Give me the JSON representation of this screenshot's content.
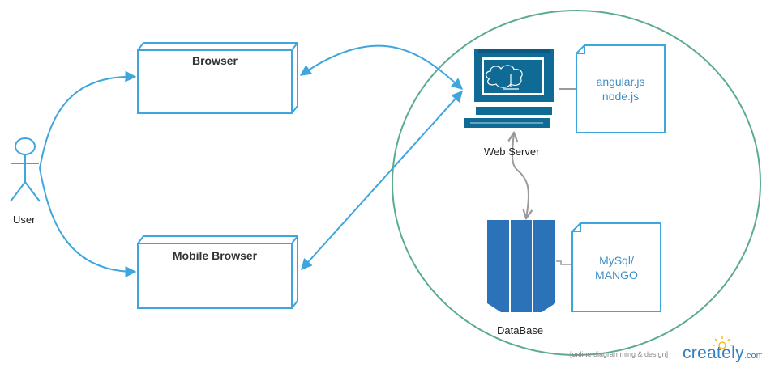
{
  "diagram": {
    "user": {
      "label": "User"
    },
    "browser": {
      "label": "Browser"
    },
    "mobile_browser": {
      "label": "Mobile Browser"
    },
    "web_server": {
      "label": "Web Server"
    },
    "database": {
      "label": "DataBase"
    },
    "server_note": {
      "line1": "angular.js",
      "line2": "node.js"
    },
    "db_note": {
      "line1": "MySql/",
      "line2": "MANGO"
    }
  },
  "watermark": {
    "tagline": "[online diagramming & design]",
    "brand": "creately",
    "domain": ".com"
  },
  "colors": {
    "connector_blue": "#3ea6dc",
    "boundary_green": "#5bab8e",
    "server_blue": "#0f6a96",
    "db_blue": "#2c72b8",
    "note_text": "#3d8fc6",
    "db_link_gray": "#9a9a9a"
  }
}
